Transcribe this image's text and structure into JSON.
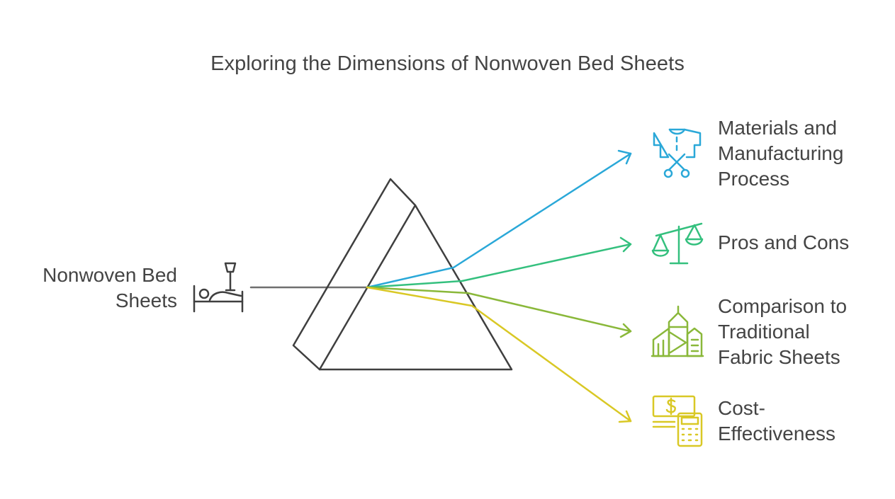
{
  "title": "Exploring the Dimensions of Nonwoven Bed Sheets",
  "source": {
    "lines": [
      "Nonwoven Bed",
      "Sheets"
    ],
    "icon": "bed-with-lamp-icon",
    "color": "#3f3f3f"
  },
  "branches": [
    {
      "lines": [
        "Materials and",
        "Manufacturing",
        "Process"
      ],
      "icon": "shirt-scissors-icon",
      "color": "#2aa8d8"
    },
    {
      "lines": [
        "Pros and Cons"
      ],
      "icon": "balance-scale-icon",
      "color": "#34c07e"
    },
    {
      "lines": [
        "Comparison to",
        "Traditional",
        "Fabric Sheets"
      ],
      "icon": "buildings-icon",
      "color": "#8ab83a"
    },
    {
      "lines": [
        "Cost-",
        "Effectiveness"
      ],
      "icon": "money-calculator-icon",
      "color": "#d9c825"
    }
  ]
}
